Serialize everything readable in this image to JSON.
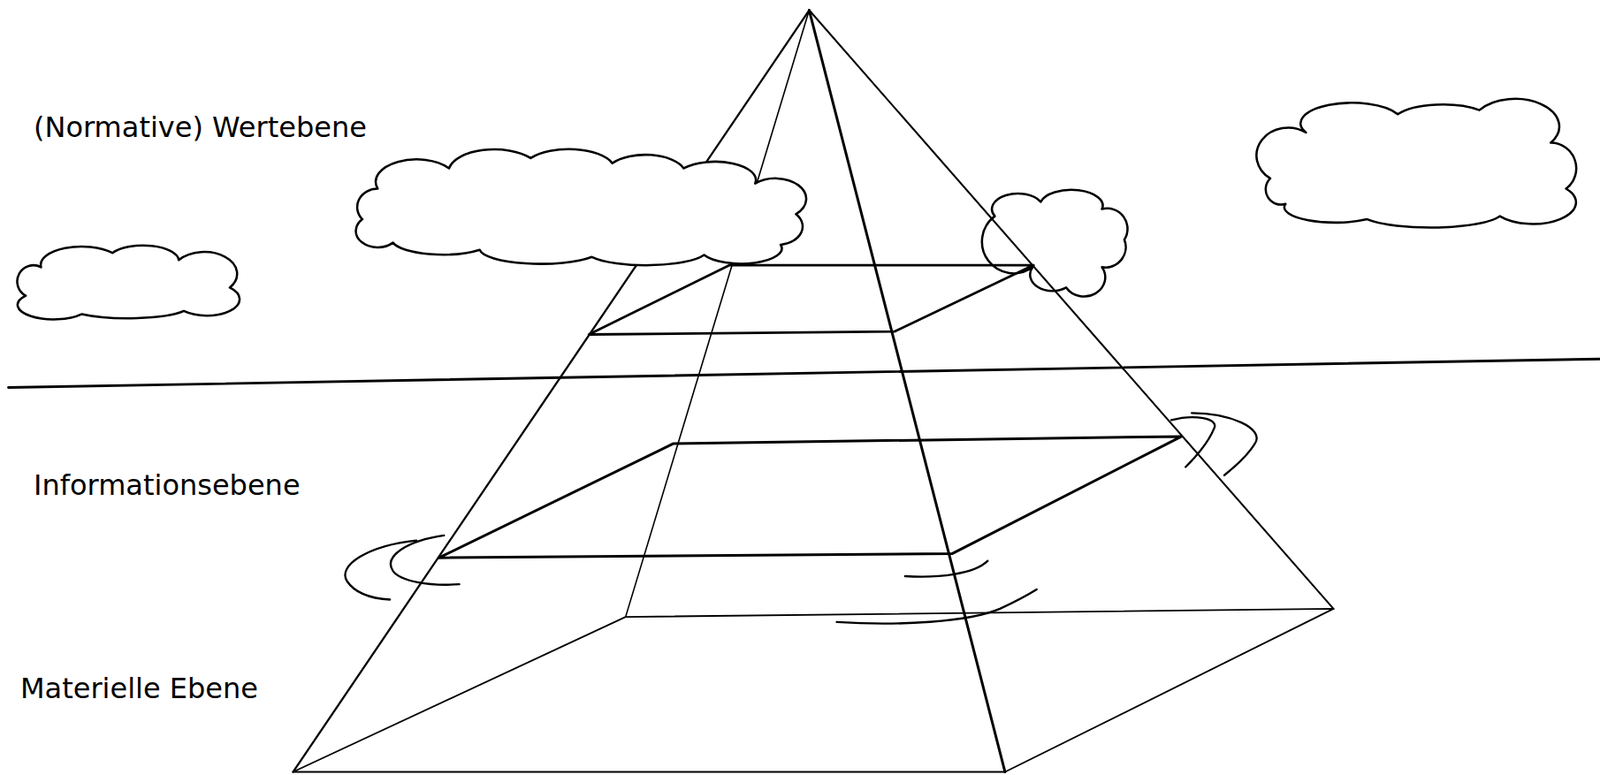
{
  "diagram": {
    "labels": [
      "(Normative) Wertebene",
      "Informationsebene",
      "Materielle Ebene"
    ]
  }
}
